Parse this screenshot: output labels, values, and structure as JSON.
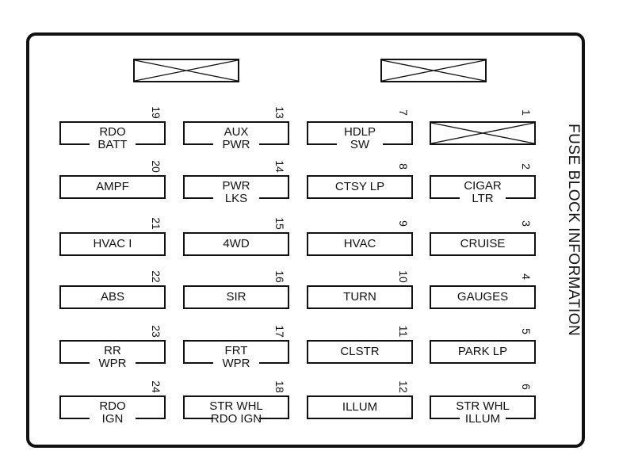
{
  "title": "FUSE BLOCK INFORMATION",
  "blank_slots": [
    "top-left-spare",
    "top-right-spare"
  ],
  "columns": [
    [
      {
        "number": "19",
        "line1": "RDO",
        "line2": "BATT"
      },
      {
        "number": "20",
        "line1": "AMPF",
        "line2": ""
      },
      {
        "number": "21",
        "line1": "HVAC I",
        "line2": ""
      },
      {
        "number": "22",
        "line1": "ABS",
        "line2": ""
      },
      {
        "number": "23",
        "line1": "RR",
        "line2": "WPR"
      },
      {
        "number": "24",
        "line1": "RDO",
        "line2": "IGN"
      }
    ],
    [
      {
        "number": "13",
        "line1": "AUX",
        "line2": "PWR"
      },
      {
        "number": "14",
        "line1": "PWR",
        "line2": "LKS"
      },
      {
        "number": "15",
        "line1": "4WD",
        "line2": ""
      },
      {
        "number": "16",
        "line1": "SIR",
        "line2": ""
      },
      {
        "number": "17",
        "line1": "FRT",
        "line2": "WPR"
      },
      {
        "number": "18",
        "line1": "STR WHL",
        "line2": "RDO IGN"
      }
    ],
    [
      {
        "number": "7",
        "line1": "HDLP",
        "line2": "SW"
      },
      {
        "number": "8",
        "line1": "CTSY LP",
        "line2": ""
      },
      {
        "number": "9",
        "line1": "HVAC",
        "line2": ""
      },
      {
        "number": "10",
        "line1": "TURN",
        "line2": ""
      },
      {
        "number": "11",
        "line1": "CLSTR",
        "line2": ""
      },
      {
        "number": "12",
        "line1": "ILLUM",
        "line2": ""
      }
    ],
    [
      {
        "number": "1",
        "line1": "",
        "line2": "",
        "empty": true
      },
      {
        "number": "2",
        "line1": "CIGAR",
        "line2": "LTR"
      },
      {
        "number": "3",
        "line1": "CRUISE",
        "line2": ""
      },
      {
        "number": "4",
        "line1": "GAUGES",
        "line2": ""
      },
      {
        "number": "5",
        "line1": "PARK LP",
        "line2": ""
      },
      {
        "number": "6",
        "line1": "STR WHL",
        "line2": "ILLUM"
      }
    ]
  ]
}
